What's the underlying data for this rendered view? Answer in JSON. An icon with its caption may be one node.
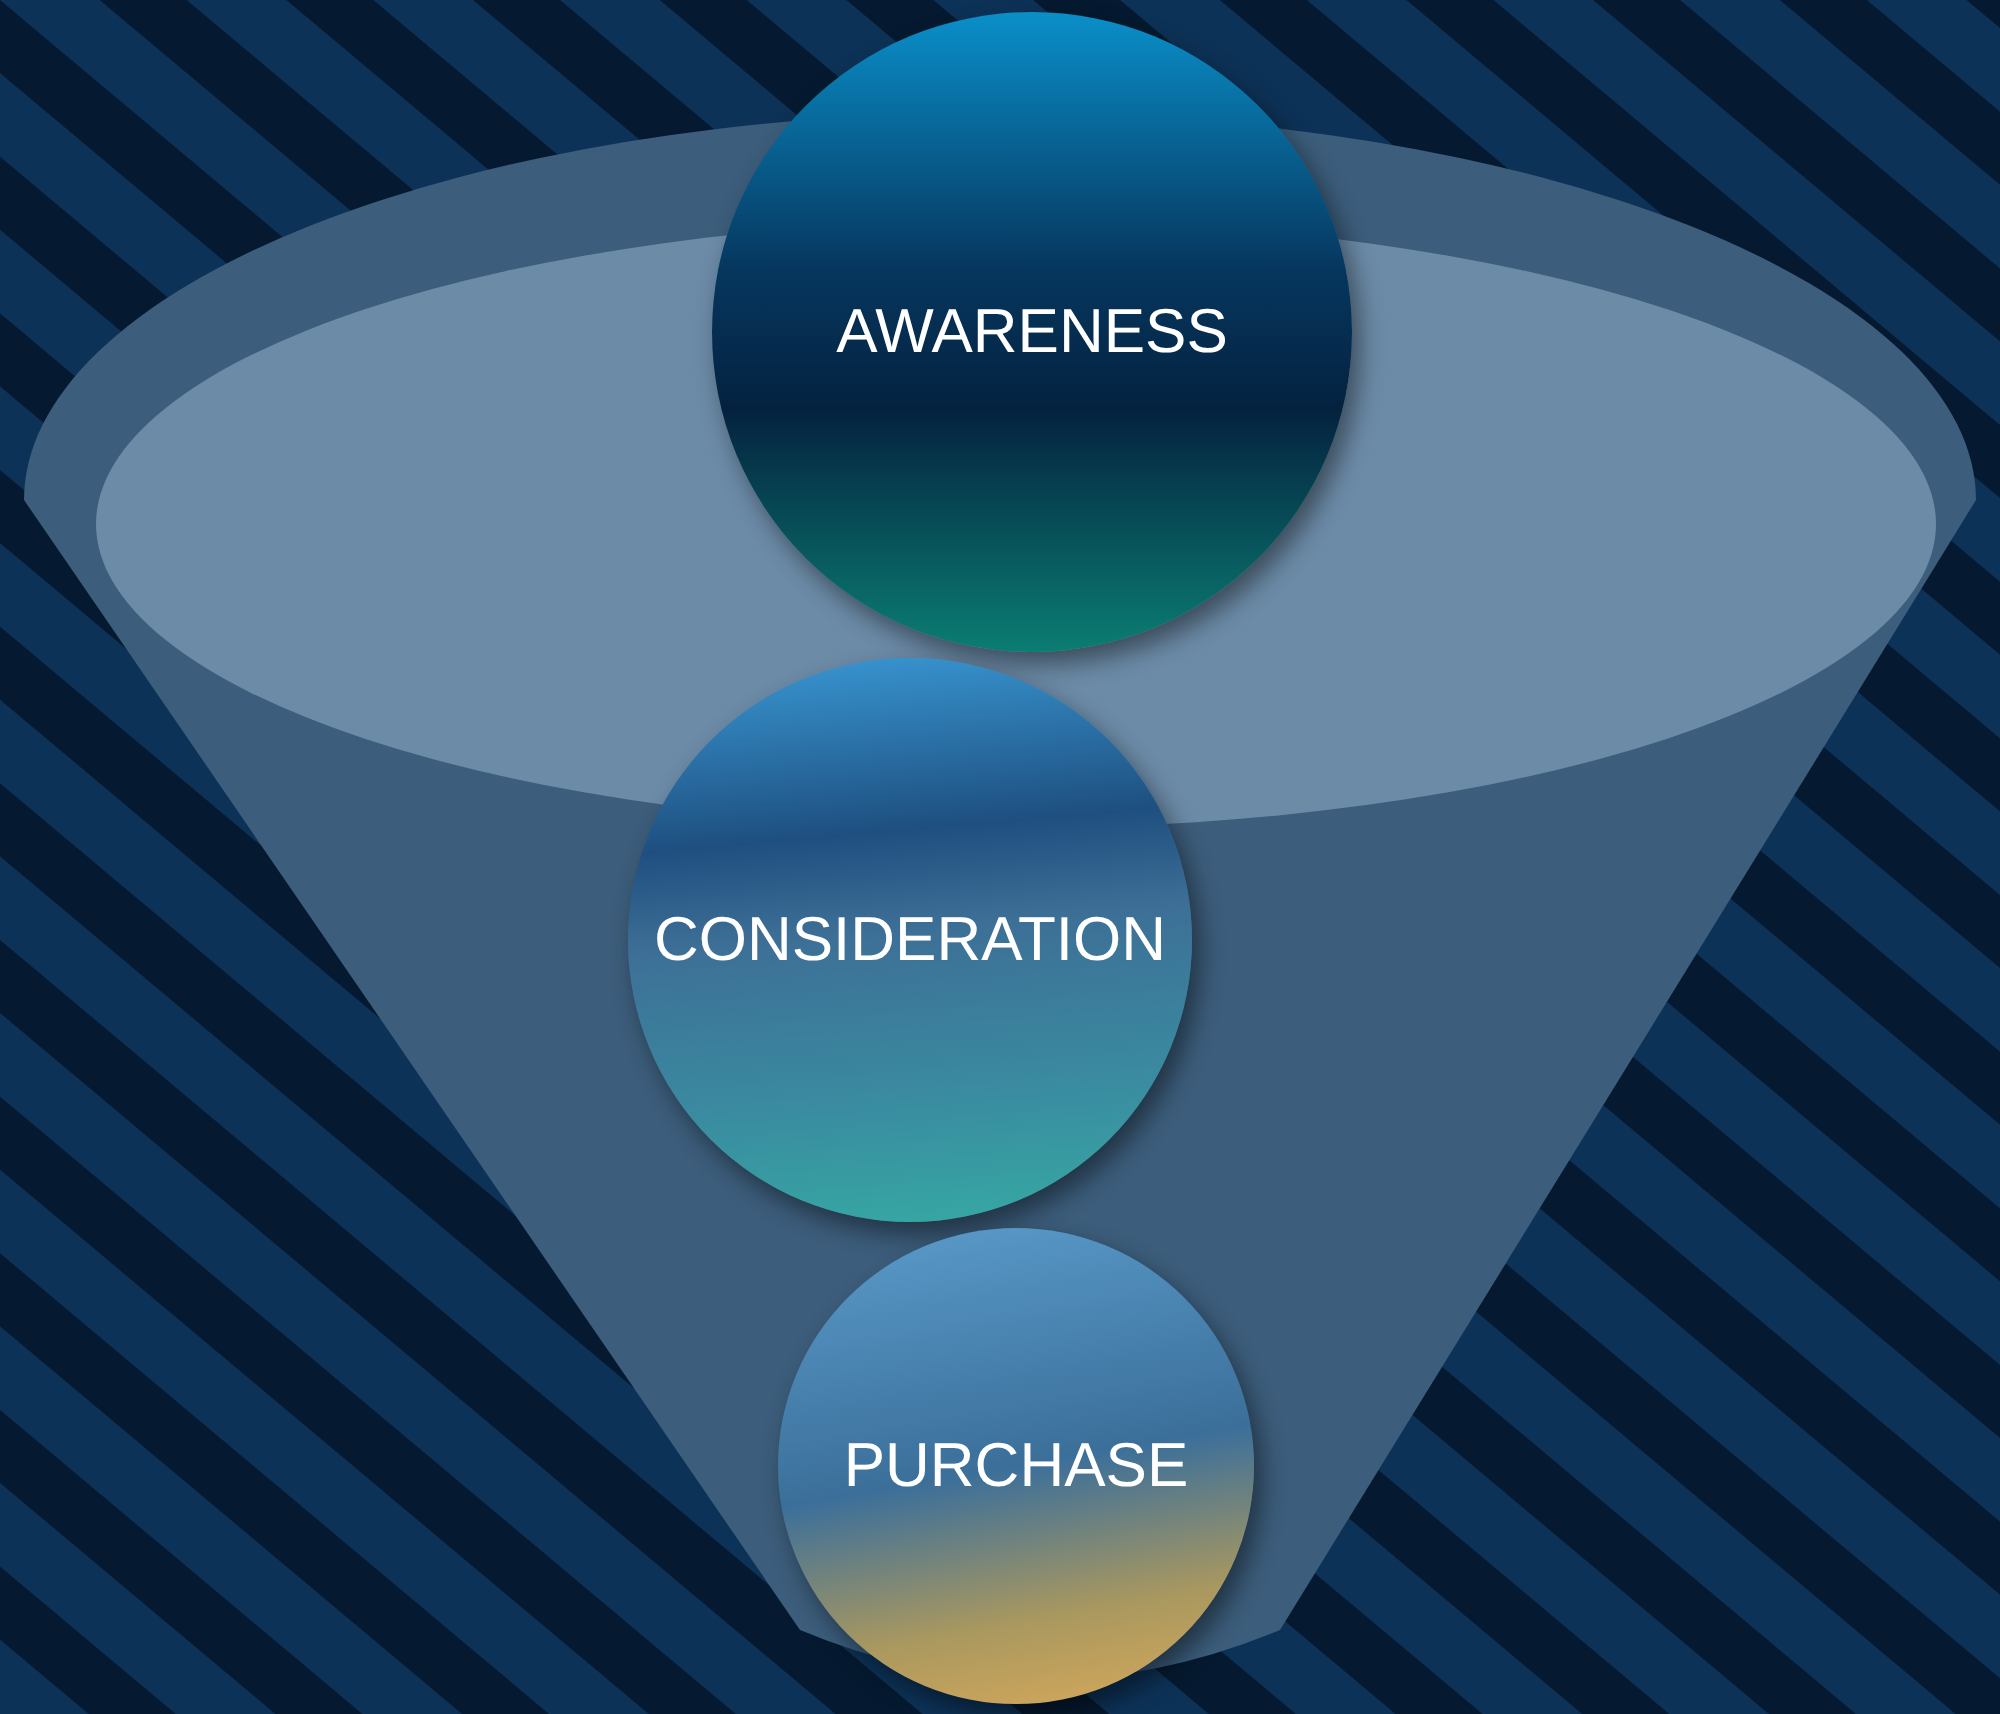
{
  "diagram": {
    "nodes": [
      {
        "text": [
          "AWARENESS"
        ]
      },
      {
        "text": [
          "CONSIDERATION"
        ]
      },
      {
        "text": [
          "PURCHASE"
        ]
      }
    ]
  }
}
